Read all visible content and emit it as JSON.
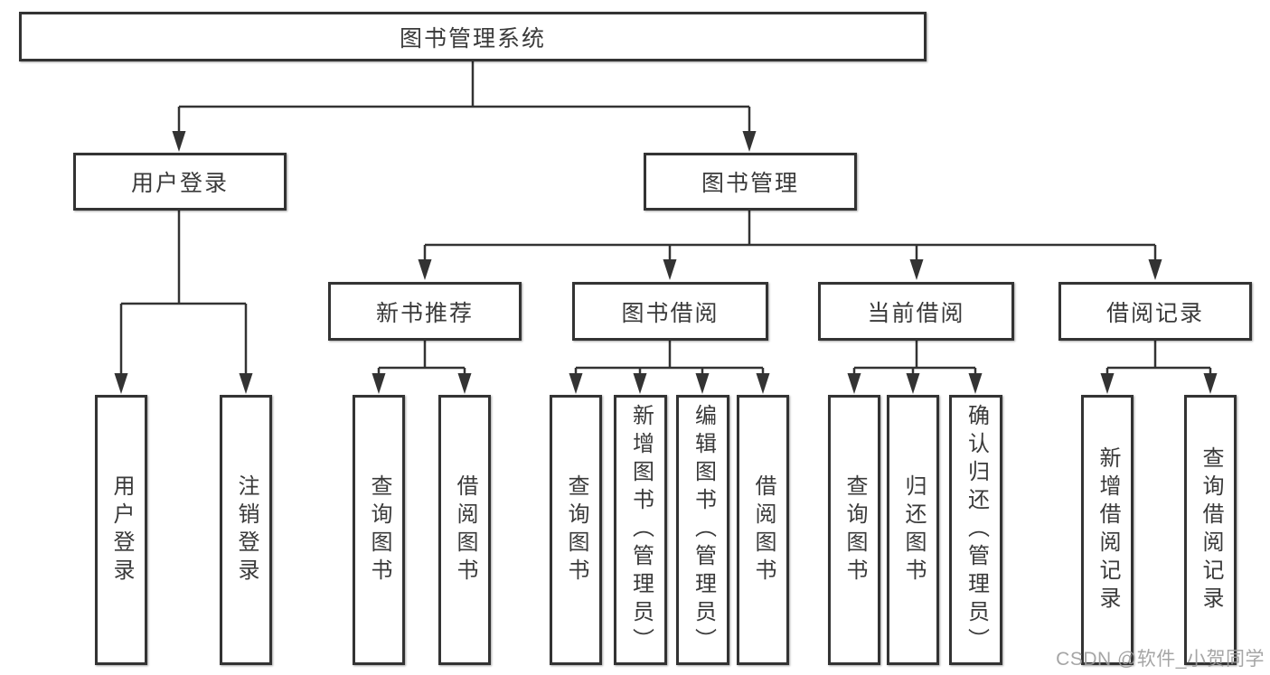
{
  "diagram_title": "图书管理系统",
  "tree": {
    "label": "图书管理系统",
    "children": [
      {
        "label": "用户登录",
        "children": [
          {
            "label": "用户登录"
          },
          {
            "label": "注销登录"
          }
        ]
      },
      {
        "label": "图书管理",
        "children": [
          {
            "label": "新书推荐",
            "children": [
              {
                "label": "查询图书"
              },
              {
                "label": "借阅图书"
              }
            ]
          },
          {
            "label": "图书借阅",
            "children": [
              {
                "label": "查询图书"
              },
              {
                "label": "新增图书（管理员）"
              },
              {
                "label": "编辑图书（管理员）"
              },
              {
                "label": "借阅图书"
              }
            ]
          },
          {
            "label": "当前借阅",
            "children": [
              {
                "label": "查询图书"
              },
              {
                "label": "归还图书"
              },
              {
                "label": "确认归还（管理员）"
              }
            ]
          },
          {
            "label": "借阅记录",
            "children": [
              {
                "label": "新增借阅记录"
              },
              {
                "label": "查询借阅记录"
              }
            ]
          }
        ]
      }
    ]
  },
  "watermark": "CSDN @软件_小贺同学",
  "colors": {
    "line": "#333333",
    "box_border": "#333333",
    "text": "#3a3a3a",
    "watermark": "#9c9c9c",
    "background": "#ffffff"
  }
}
